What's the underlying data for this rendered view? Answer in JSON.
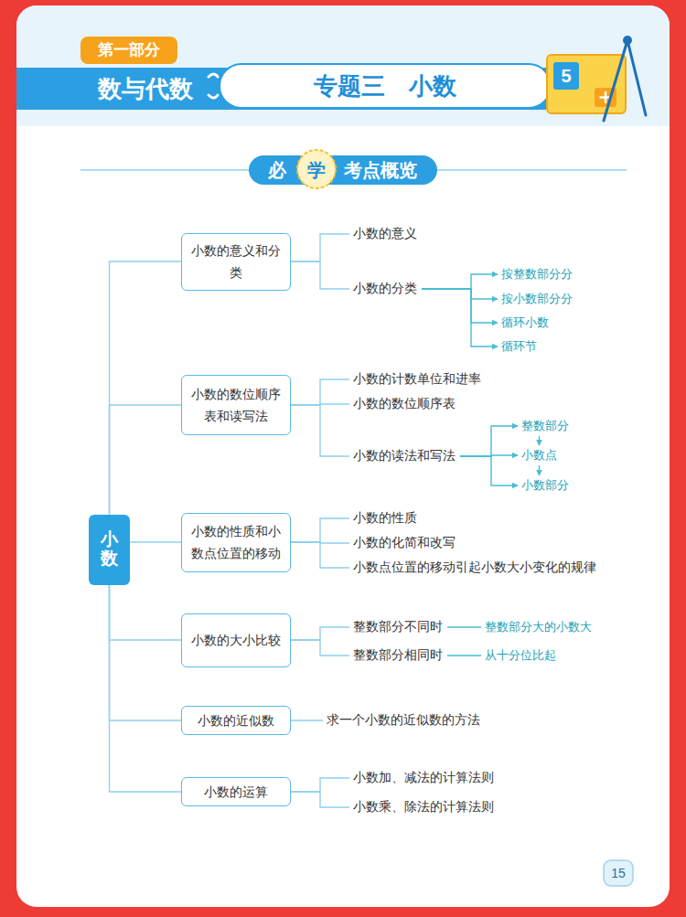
{
  "diagram": {
    "title": "专题三　小数",
    "nodes": [
      {
        "text": [
          "小数"
        ]
      },
      {
        "text": [
          "小数的意义和分类"
        ]
      },
      {
        "text": [
          "小数的意义"
        ]
      },
      {
        "text": [
          "小数的分类"
        ]
      },
      {
        "text": [
          "按整数部分分"
        ]
      },
      {
        "text": [
          "按小数部分分"
        ]
      },
      {
        "text": [
          "循环小数"
        ]
      },
      {
        "text": [
          "循环节"
        ]
      },
      {
        "text": [
          "小数的数位顺序表和读写法"
        ]
      },
      {
        "text": [
          "小数的计数单位和进率"
        ]
      },
      {
        "text": [
          "小数的数位顺序表"
        ]
      },
      {
        "text": [
          "小数的读法和写法"
        ]
      },
      {
        "text": [
          "整数部分"
        ]
      },
      {
        "text": [
          "小数点"
        ]
      },
      {
        "text": [
          "小数部分"
        ]
      },
      {
        "text": [
          "小数的性质和小数点位置的移动"
        ]
      },
      {
        "text": [
          "小数的性质"
        ]
      },
      {
        "text": [
          "小数的化简和改写"
        ]
      },
      {
        "text": [
          "小数点位置的移动引起小数大小变化的规律"
        ]
      },
      {
        "text": [
          "小数的大小比较"
        ]
      },
      {
        "text": [
          "整数部分不同时"
        ]
      },
      {
        "text": [
          "整数部分大的小数大"
        ]
      },
      {
        "text": [
          "整数部分相同时"
        ]
      },
      {
        "text": [
          "从十分位比起"
        ]
      },
      {
        "text": [
          "小数的近似数"
        ]
      },
      {
        "text": [
          "求一个小数的近似数的方法"
        ]
      },
      {
        "text": [
          "小数的运算"
        ]
      },
      {
        "text": [
          "小数加、减法的计算法则"
        ]
      },
      {
        "text": [
          "小数乘、除法的计算法则"
        ]
      }
    ],
    "edges": [
      {
        "from": 0,
        "to": 1,
        "arrow": "none"
      },
      {
        "from": 0,
        "to": 8,
        "arrow": "none"
      },
      {
        "from": 0,
        "to": 15,
        "arrow": "none"
      },
      {
        "from": 0,
        "to": 19,
        "arrow": "none"
      },
      {
        "from": 0,
        "to": 24,
        "arrow": "none"
      },
      {
        "from": 0,
        "to": 26,
        "arrow": "none"
      },
      {
        "from": 1,
        "to": 2,
        "arrow": "none"
      },
      {
        "from": 1,
        "to": 3,
        "arrow": "none"
      },
      {
        "from": 3,
        "to": 4,
        "arrow": "to"
      },
      {
        "from": 3,
        "to": 5,
        "arrow": "to"
      },
      {
        "from": 3,
        "to": 6,
        "arrow": "to"
      },
      {
        "from": 3,
        "to": 7,
        "arrow": "to"
      },
      {
        "from": 8,
        "to": 9,
        "arrow": "none"
      },
      {
        "from": 8,
        "to": 10,
        "arrow": "none"
      },
      {
        "from": 8,
        "to": 11,
        "arrow": "none"
      },
      {
        "from": 11,
        "to": 12,
        "arrow": "to"
      },
      {
        "from": 11,
        "to": 13,
        "arrow": "to"
      },
      {
        "from": 11,
        "to": 14,
        "arrow": "to"
      },
      {
        "from": 12,
        "to": 13,
        "arrow": "to"
      },
      {
        "from": 13,
        "to": 14,
        "arrow": "to"
      },
      {
        "from": 15,
        "to": 16,
        "arrow": "none"
      },
      {
        "from": 15,
        "to": 17,
        "arrow": "none"
      },
      {
        "from": 15,
        "to": 18,
        "arrow": "none"
      },
      {
        "from": 19,
        "to": 20,
        "arrow": "none"
      },
      {
        "from": 20,
        "to": 21,
        "arrow": "none"
      },
      {
        "from": 19,
        "to": 22,
        "arrow": "none"
      },
      {
        "from": 22,
        "to": 23,
        "arrow": "none"
      },
      {
        "from": 24,
        "to": 25,
        "arrow": "none"
      },
      {
        "from": 26,
        "to": 27,
        "arrow": "none"
      },
      {
        "from": 26,
        "to": 28,
        "arrow": "none"
      }
    ],
    "labels": [
      "第一部分",
      "数与代数",
      "5",
      "必",
      "学",
      "考点概览",
      "15"
    ]
  }
}
